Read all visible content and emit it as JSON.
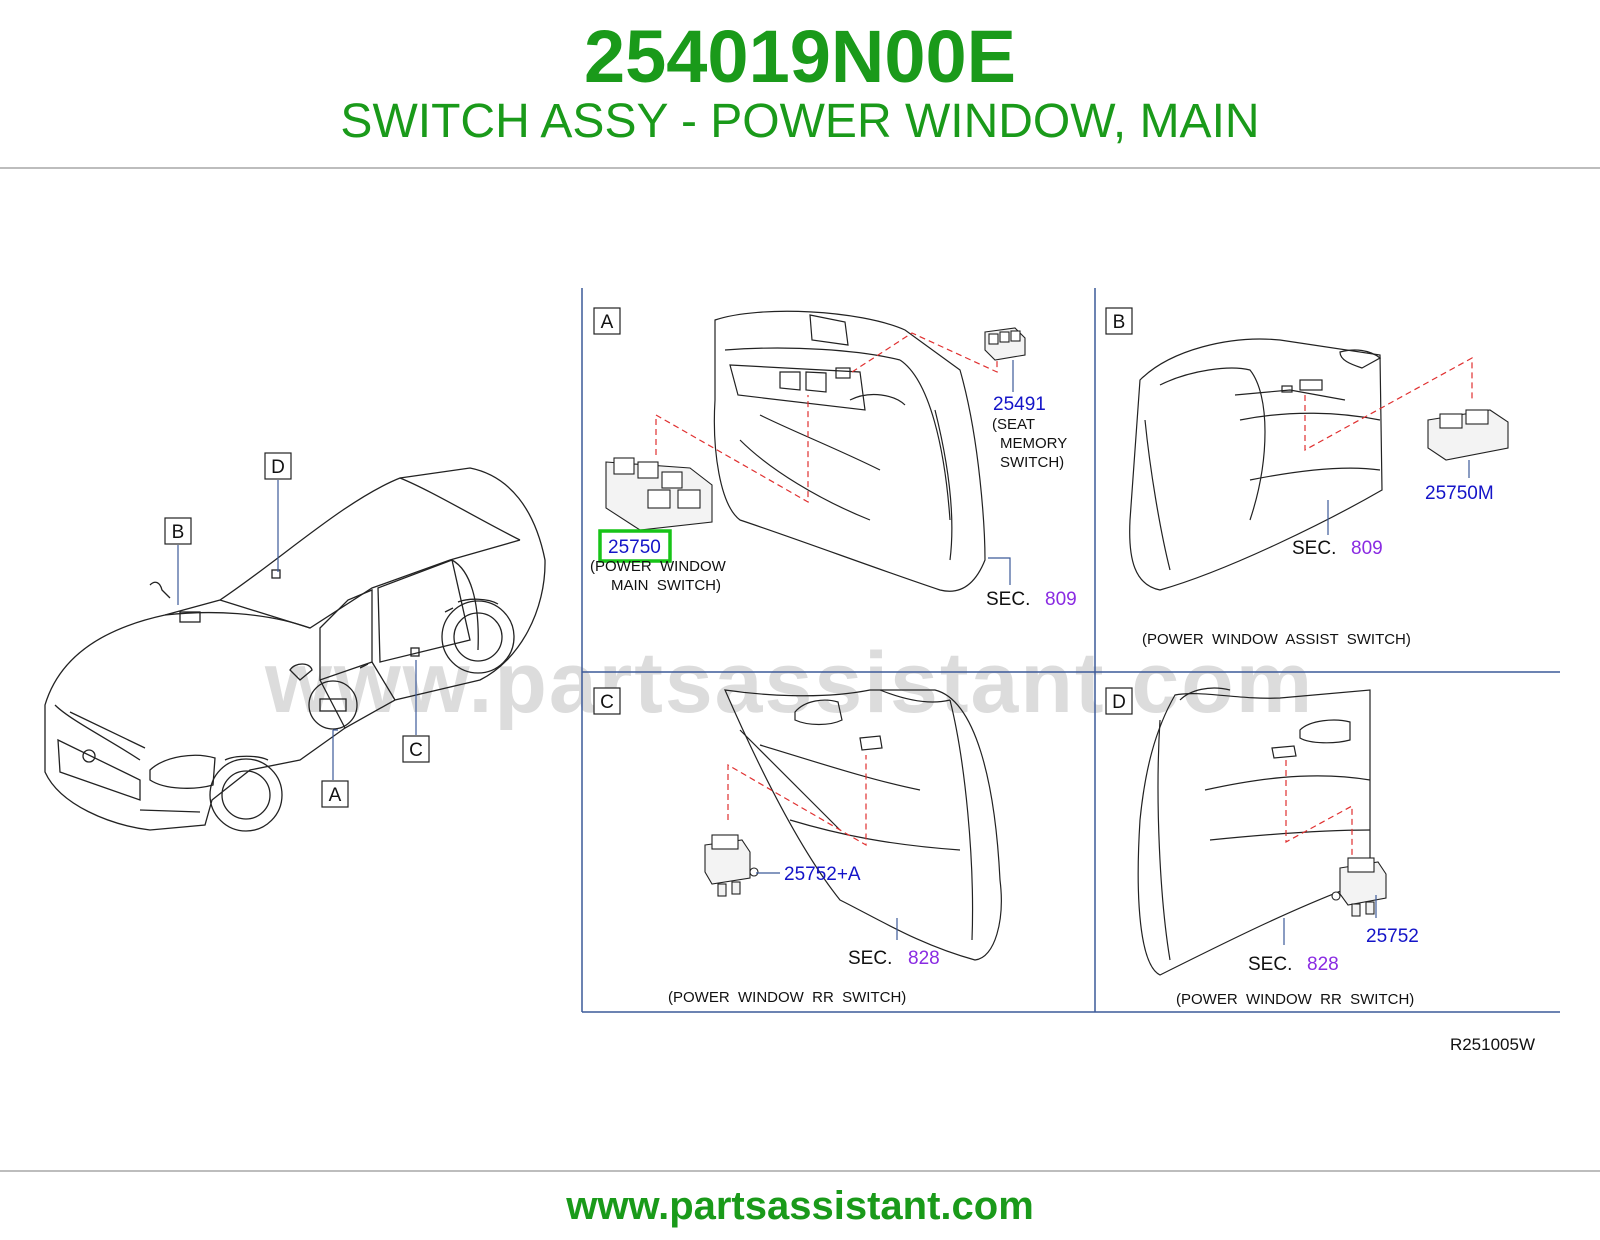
{
  "header": {
    "part_number": "254019N00E",
    "description": "SWITCH ASSY - POWER WINDOW, MAIN"
  },
  "watermark": "www.partsassistant.com",
  "footer": {
    "url": "www.partsassistant.com"
  },
  "colors": {
    "brand_green": "#1a9a1a",
    "part_link_blue": "#1414c8",
    "section_link_purple": "#8a2be2",
    "highlight_green": "#17c417"
  },
  "diagram": {
    "car_callouts": [
      "A",
      "B",
      "C",
      "D"
    ],
    "panels": [
      {
        "key": "A",
        "parts": [
          {
            "number": "25491",
            "caption": [
              "(SEAT",
              "MEMORY",
              "SWITCH)"
            ]
          },
          {
            "number": "25750",
            "highlighted": true,
            "caption": [
              "(POWER  WINDOW",
              "MAIN  SWITCH)"
            ]
          }
        ],
        "section": {
          "label": "SEC.",
          "number": "809"
        }
      },
      {
        "key": "B",
        "parts": [
          {
            "number": "25750M"
          }
        ],
        "section": {
          "label": "SEC.",
          "number": "809"
        },
        "caption": "(POWER  WINDOW  ASSIST  SWITCH)"
      },
      {
        "key": "C",
        "parts": [
          {
            "number": "25752+A"
          }
        ],
        "section": {
          "label": "SEC.",
          "number": "828"
        },
        "caption": "(POWER  WINDOW  RR  SWITCH)"
      },
      {
        "key": "D",
        "parts": [
          {
            "number": "25752"
          }
        ],
        "section": {
          "label": "SEC.",
          "number": "828"
        },
        "caption": "(POWER  WINDOW  RR  SWITCH)"
      }
    ],
    "figure_code": "R251005W"
  }
}
